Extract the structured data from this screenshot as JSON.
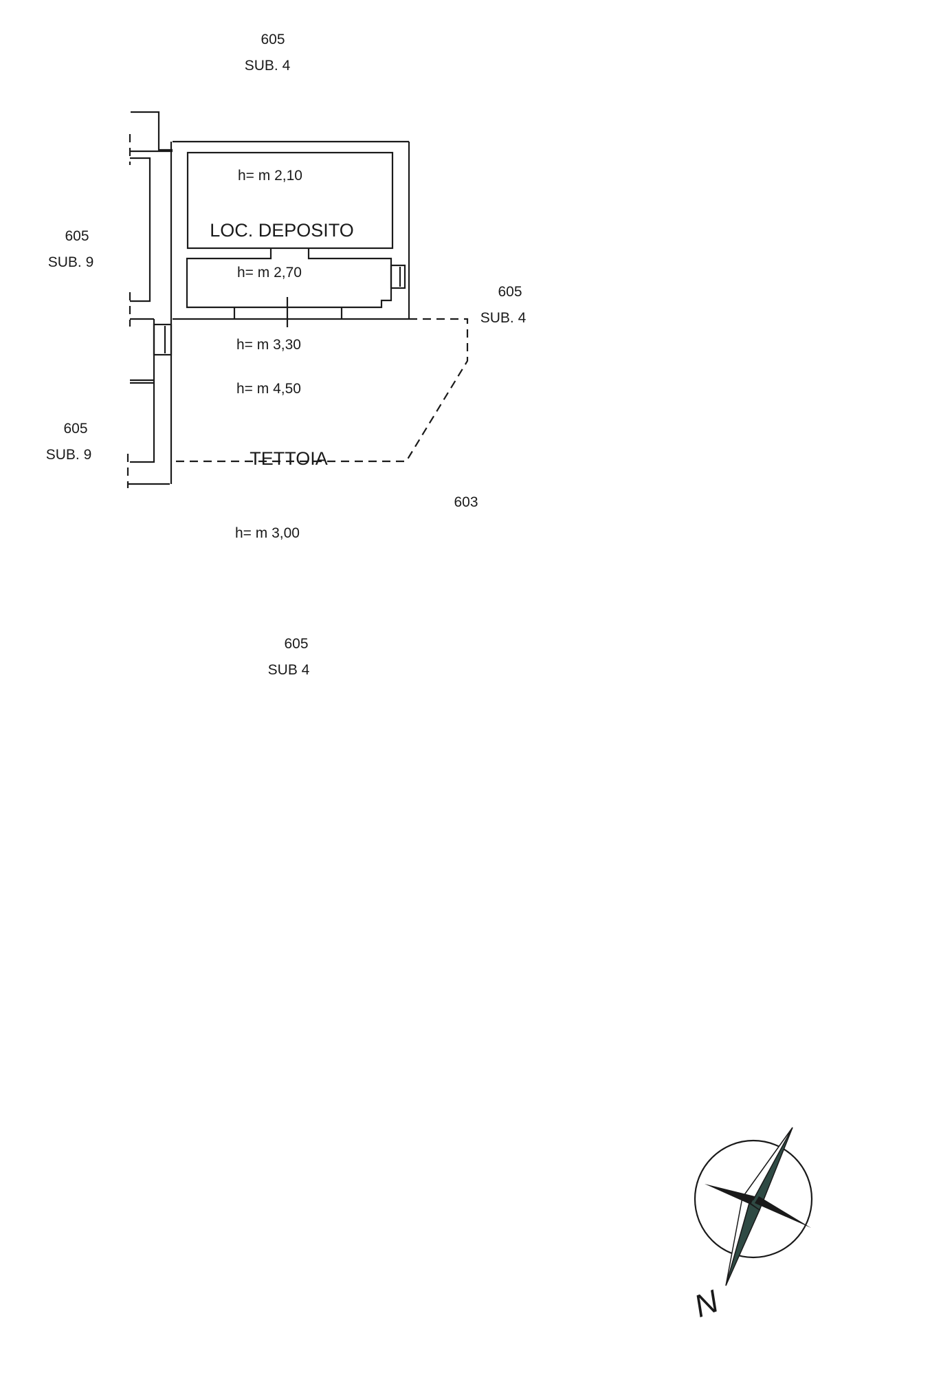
{
  "parcels": {
    "top": {
      "number": "605",
      "sub": "SUB. 4"
    },
    "left_upper": {
      "number": "605",
      "sub": "SUB. 9"
    },
    "right": {
      "number": "605",
      "sub": "SUB. 4"
    },
    "left_lower": {
      "number": "605",
      "sub": "SUB. 9"
    },
    "right_lower": {
      "number": "603"
    },
    "bottom": {
      "number": "605",
      "sub": "SUB 4"
    }
  },
  "rooms": {
    "deposito": {
      "name": "LOC. DEPOSITO",
      "h_top": "h= m 2,10",
      "h_mid": "h= m 2,70",
      "h_low": "h= m 3,30"
    },
    "tettoia": {
      "name": "TETTOIA",
      "h_top": "h= m 4,50",
      "h_bottom": "h= m 3,00"
    }
  },
  "compass": {
    "label": "N",
    "fill_color": "#2f4a44"
  }
}
